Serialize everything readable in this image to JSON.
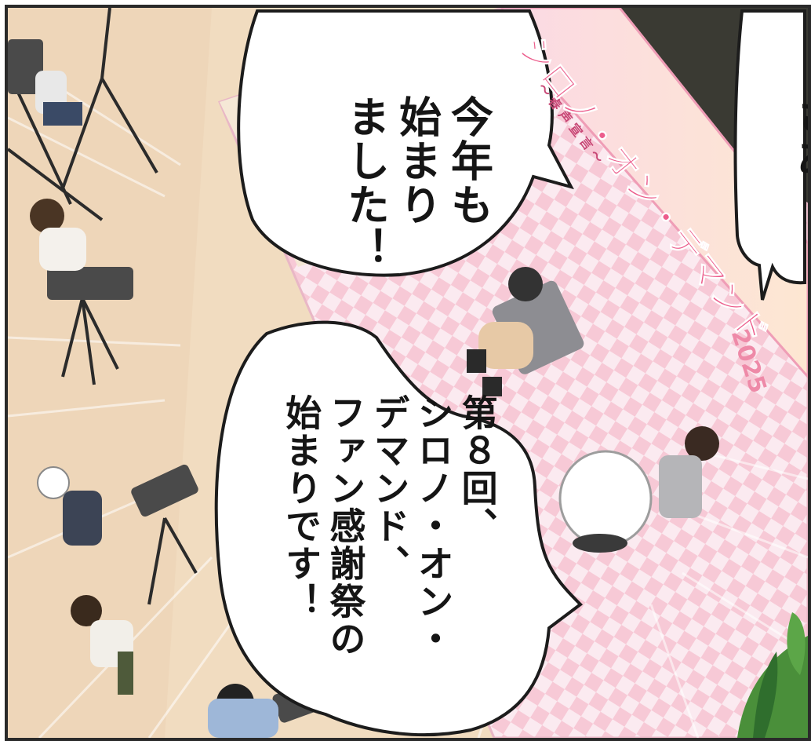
{
  "panel": {
    "speech_1": {
      "lines": [
        "さあ！"
      ]
    },
    "speech_2": {
      "lines": [
        "今年も",
        "始まり",
        "ました！"
      ]
    },
    "speech_3": {
      "lines": [
        "第８回、",
        "シロノ・オン・",
        "デマンド、",
        "ファン感謝祭の",
        "始まりです！"
      ]
    },
    "banner": {
      "subtitle": "〜 春 声 宣 言 〜",
      "title": "シロノ・オン・デマンド",
      "year": "2025"
    }
  },
  "colors": {
    "floor": "#f1dcc0",
    "stage_check_pink": "#f7c9d6",
    "banner_pink": "#ec5d8c",
    "ink": "#151515"
  },
  "icons": [
    "camera-tripod-icon",
    "plant-icon",
    "folding-chair-icon",
    "round-table-icon"
  ]
}
